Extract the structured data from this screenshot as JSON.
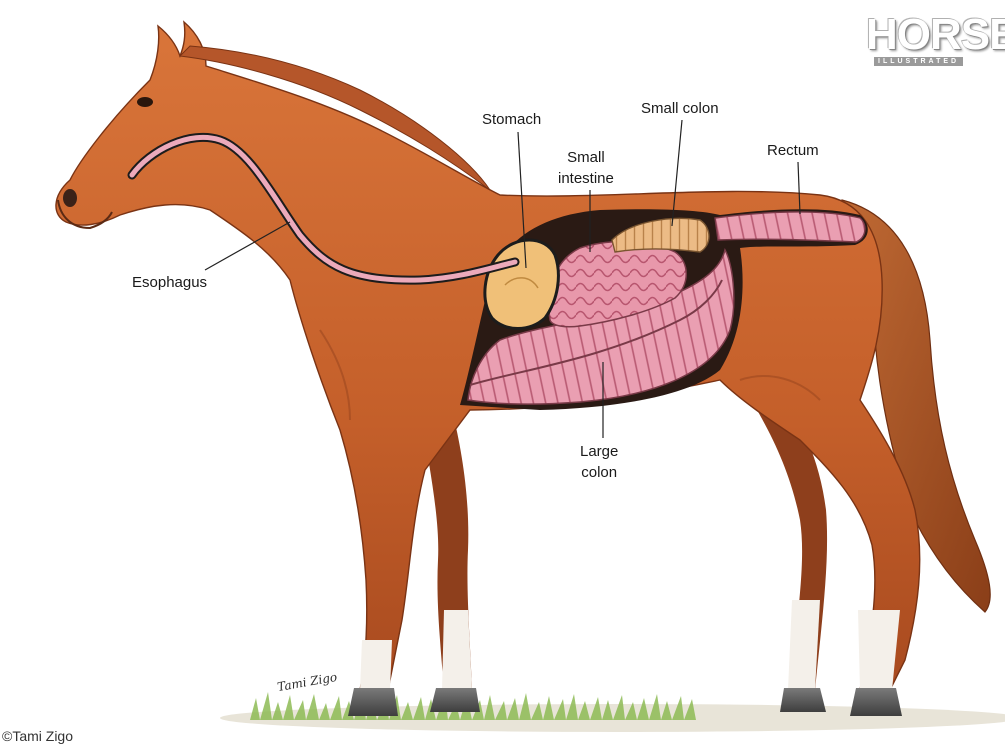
{
  "labels": {
    "esophagus": "Esophagus",
    "stomach": "Stomach",
    "small_intestine": "Small\nintestine",
    "small_colon": "Small colon",
    "rectum": "Rectum",
    "large_colon": "Large\ncolon"
  },
  "logo": {
    "main": "HORSE",
    "sub": "ILLUSTRATED"
  },
  "copyright": "©Tami Zigo",
  "signature": "Tami Zigo",
  "colors": {
    "coat": "#c8642e",
    "coat_dark": "#8e3a16",
    "esophagus": "#e9a6b7",
    "stomach": "#f1c27a",
    "intestine": "#e89aac",
    "colon_small": "#eab985",
    "outline": "#1c1c1c",
    "grass": "#7fb04a",
    "hoof": "#5a5a5a",
    "sock": "#f4f0ea"
  }
}
